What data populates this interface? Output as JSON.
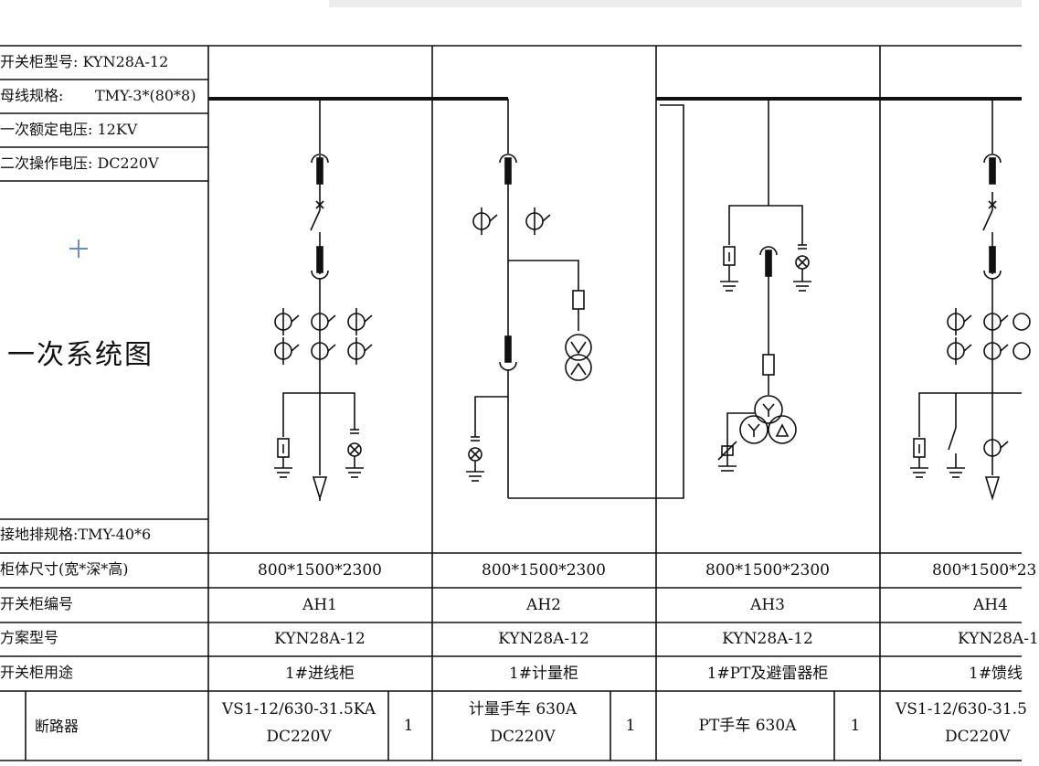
{
  "info": {
    "cabinet_model": "开关柜型号: KYN28A-12",
    "busbar_spec": "母线规格:",
    "busbar_value": "TMY-3*(80*8)",
    "primary_voltage": "一次额定电压: 12KV",
    "secondary_voltage": "二次操作电压: DC220V"
  },
  "diagram_title": "一次系统图",
  "ground_bar": "接地排规格:TMY-40*6",
  "row_labels": {
    "size": "柜体尺寸(宽*深*高)",
    "number": "开关柜编号",
    "scheme": "方案型号",
    "usage": "开关柜用途",
    "breaker": "断路器"
  },
  "cabinets": [
    {
      "size": "800*1500*2300",
      "number": "AH1",
      "scheme": "KYN28A-12",
      "usage": "1#进线柜",
      "breaker_line1": "VS1-12/630-31.5KA",
      "breaker_line2": "DC220V",
      "qty": "1"
    },
    {
      "size": "800*1500*2300",
      "number": "AH2",
      "scheme": "KYN28A-12",
      "usage": "1#计量柜",
      "breaker_line1": "计量手车 630A",
      "breaker_line2": "DC220V",
      "qty": "1"
    },
    {
      "size": "800*1500*2300",
      "number": "AH3",
      "scheme": "KYN28A-12",
      "usage": "1#PT及避雷器柜",
      "breaker_line1": "PT手车 630A",
      "breaker_line2": "",
      "qty": "1"
    },
    {
      "size": "800*1500*23",
      "number": "AH4",
      "scheme": "KYN28A-1",
      "usage": "1#馈线",
      "breaker_line1": "VS1-12/630-31.5",
      "breaker_line2": "DC220V",
      "qty": ""
    }
  ]
}
